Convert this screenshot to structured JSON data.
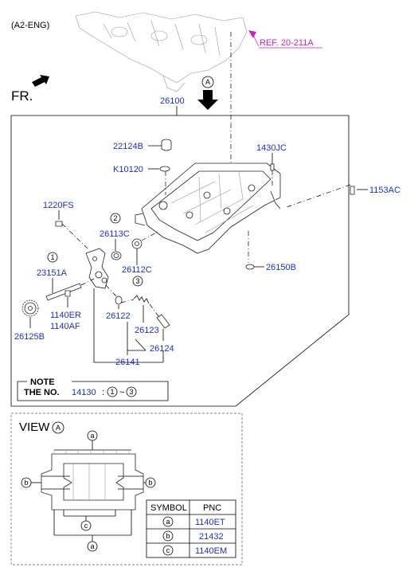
{
  "header": {
    "engine_code": "(A2-ENG)",
    "front_label": "FR.",
    "ref_label": "REF. 20-211A"
  },
  "view_marker": "A",
  "main_part": "26100",
  "parts": {
    "p22124B": "22124B",
    "pK10120": "K10120",
    "p1430JC": "1430JC",
    "p1153AC": "1153AC",
    "p1220FS": "1220FS",
    "p26113C": "26113C",
    "p26112C": "26112C",
    "p23151A": "23151A",
    "p1140ER": "1140ER",
    "p1140AF": "1140AF",
    "p26125B": "26125B",
    "p26122": "26122",
    "p26123": "26123",
    "p26124": "26124",
    "p26141": "26141",
    "p26150B": "26150B"
  },
  "circled_numbers": {
    "n1": "1",
    "n2": "2",
    "n3": "3"
  },
  "note": {
    "title": "NOTE",
    "prefix": "THE NO.",
    "number": "14130",
    "range_sep": ":",
    "from": "1",
    "tilde": "~",
    "to": "3"
  },
  "view_section": {
    "title": "VIEW",
    "marker": "A",
    "callouts": {
      "a": "a",
      "b": "b",
      "c": "c"
    },
    "table": {
      "headers": [
        "SYMBOL",
        "PNC"
      ],
      "rows": [
        {
          "symbol": "a",
          "pnc": "1140ET"
        },
        {
          "symbol": "b",
          "pnc": "21432"
        },
        {
          "symbol": "c",
          "pnc": "1140EM"
        }
      ]
    }
  }
}
